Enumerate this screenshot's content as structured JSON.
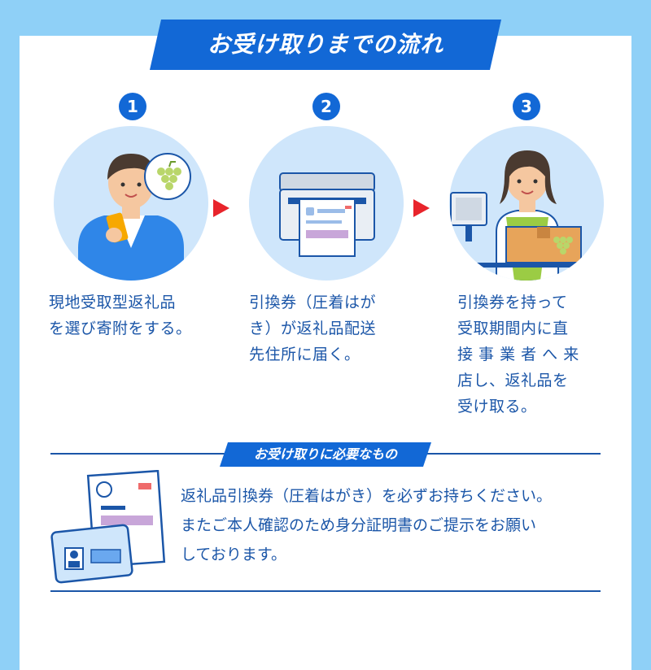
{
  "main_title": "お受け取りまでの流れ",
  "steps": [
    {
      "number": "1",
      "lines": [
        "現地受取型返礼品",
        "を選び寄附をする。"
      ]
    },
    {
      "number": "2",
      "lines": [
        "引換券（圧着はが",
        "き）が返礼品配送",
        "先住所に届く。"
      ]
    },
    {
      "number": "3",
      "lines": [
        "引換券を持って",
        "受取期間内に直",
        "接 事 業 者 へ 来",
        "店し、返礼品を",
        "受け取る。"
      ]
    }
  ],
  "requirements": {
    "title": "お受け取りに必要なもの",
    "lines": [
      "返礼品引換券（圧着はがき）を必ずお持ちください。",
      "またご本人確認のため身分証明書のご提示をお願い",
      "しております。"
    ]
  },
  "colors": {
    "background": "#8fd0f7",
    "accent_blue": "#1268d6",
    "text_blue": "#1b56a8",
    "arrow_red": "#e8242b",
    "circle_bg": "#cfe6fb"
  }
}
